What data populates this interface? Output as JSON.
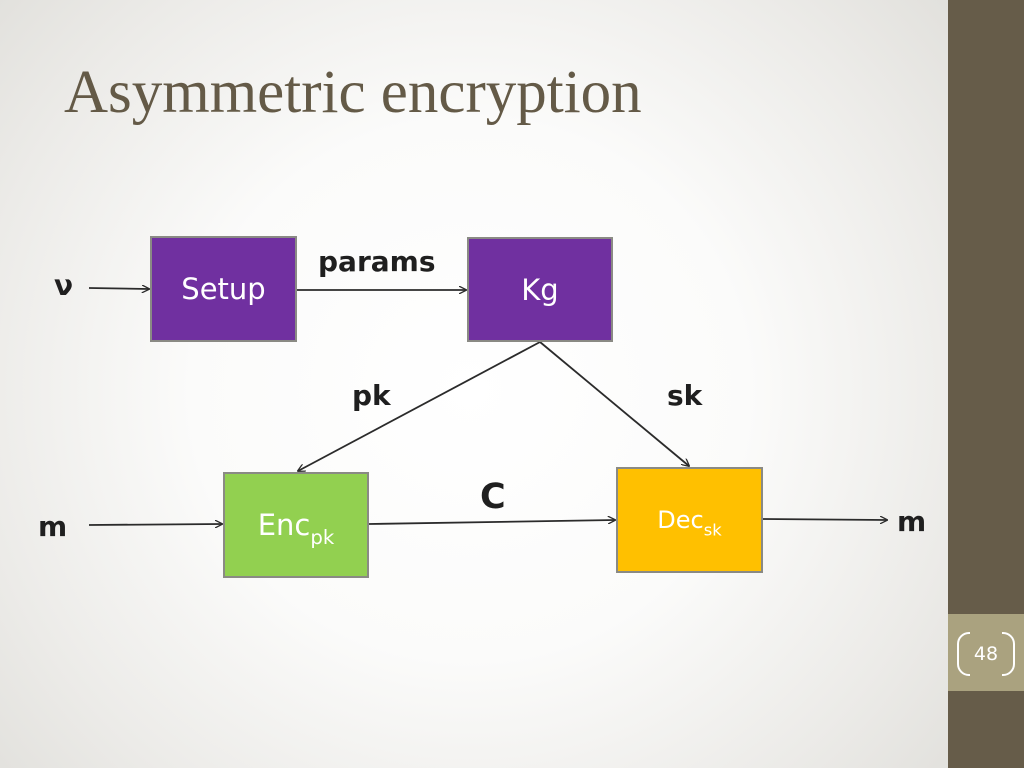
{
  "slide": {
    "title": "Asymmetric encryption",
    "slide_number": "48"
  },
  "diagram": {
    "nodes": {
      "setup": {
        "label": "Setup",
        "color": "#7030a0"
      },
      "kg": {
        "label": "Kg",
        "color": "#7030a0"
      },
      "enc": {
        "label": "Enc",
        "sub": "pk",
        "color": "#92d050"
      },
      "dec": {
        "label": "Dec",
        "sub": "sk",
        "color": "#ffc000"
      }
    },
    "edge_labels": {
      "security_param": "ν",
      "params": "params",
      "public_key": "pk",
      "secret_key": "sk",
      "ciphertext": "C",
      "message_in": "m",
      "message_out": "m"
    },
    "edges": [
      {
        "from": "input",
        "to": "setup",
        "label": "ν"
      },
      {
        "from": "setup",
        "to": "kg",
        "label": "params"
      },
      {
        "from": "kg",
        "to": "enc",
        "label": "pk"
      },
      {
        "from": "kg",
        "to": "dec",
        "label": "sk"
      },
      {
        "from": "input",
        "to": "enc",
        "label": "m"
      },
      {
        "from": "enc",
        "to": "dec",
        "label": "C"
      },
      {
        "from": "dec",
        "to": "output",
        "label": "m"
      }
    ]
  },
  "theme": {
    "sidebar": "#665c49",
    "accent_band": "#aaa27f",
    "title_color": "#645a47"
  }
}
